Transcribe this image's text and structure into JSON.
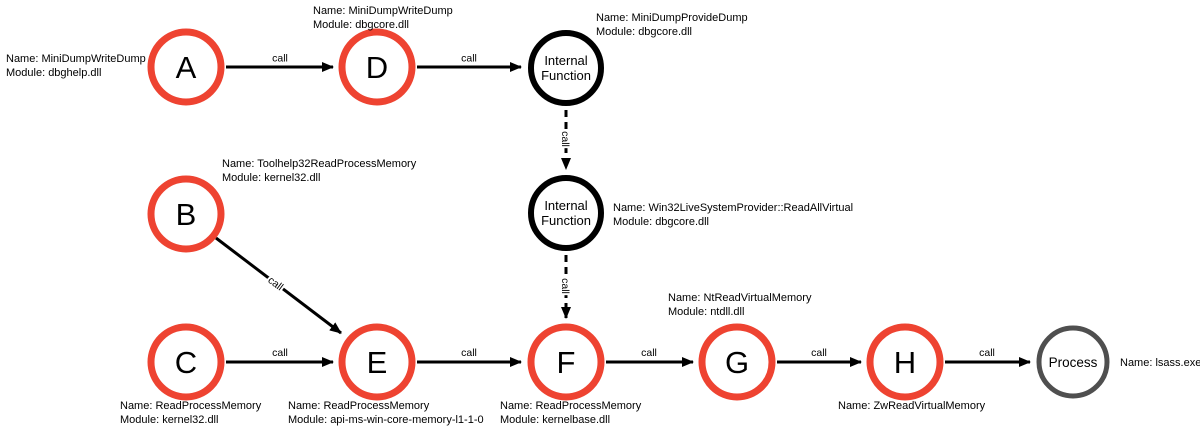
{
  "diagram": {
    "edge_label": "call",
    "colors": {
      "api": "#ee4331",
      "internal": "#000000",
      "process": "#4f4f4f",
      "edge": "#000000"
    },
    "nodes": {
      "a": {
        "label": "A",
        "name": "Name: MiniDumpWriteDump",
        "module": "Module: dbghelp.dll"
      },
      "d": {
        "label": "D",
        "name": "Name: MiniDumpWriteDump",
        "module": "Module: dbgcore.dll"
      },
      "if1": {
        "label_line1": "Internal",
        "label_line2": "Function",
        "name": "Name: MiniDumpProvideDump",
        "module": "Module: dbgcore.dll"
      },
      "if2": {
        "label_line1": "Internal",
        "label_line2": "Function",
        "name": "Name: Win32LiveSystemProvider::ReadAllVirtual",
        "module": "Module: dbgcore.dll"
      },
      "b": {
        "label": "B",
        "name": "Name: Toolhelp32ReadProcessMemory",
        "module": "Module: kernel32.dll"
      },
      "c": {
        "label": "C",
        "name": "Name: ReadProcessMemory",
        "module": "Module: kernel32.dll"
      },
      "e": {
        "label": "E",
        "name": "Name: ReadProcessMemory",
        "module": "Module: api-ms-win-core-memory-l1-1-0"
      },
      "f": {
        "label": "F",
        "name": "Name: ReadProcessMemory",
        "module": "Module: kernelbase.dll"
      },
      "g": {
        "label": "G",
        "name": "Name: NtReadVirtualMemory",
        "module": "Module: ntdll.dll"
      },
      "h": {
        "label": "H",
        "name": "Name: ZwReadVirtualMemory"
      },
      "process": {
        "label": "Process",
        "name": "Name: lsass.exe"
      }
    }
  }
}
